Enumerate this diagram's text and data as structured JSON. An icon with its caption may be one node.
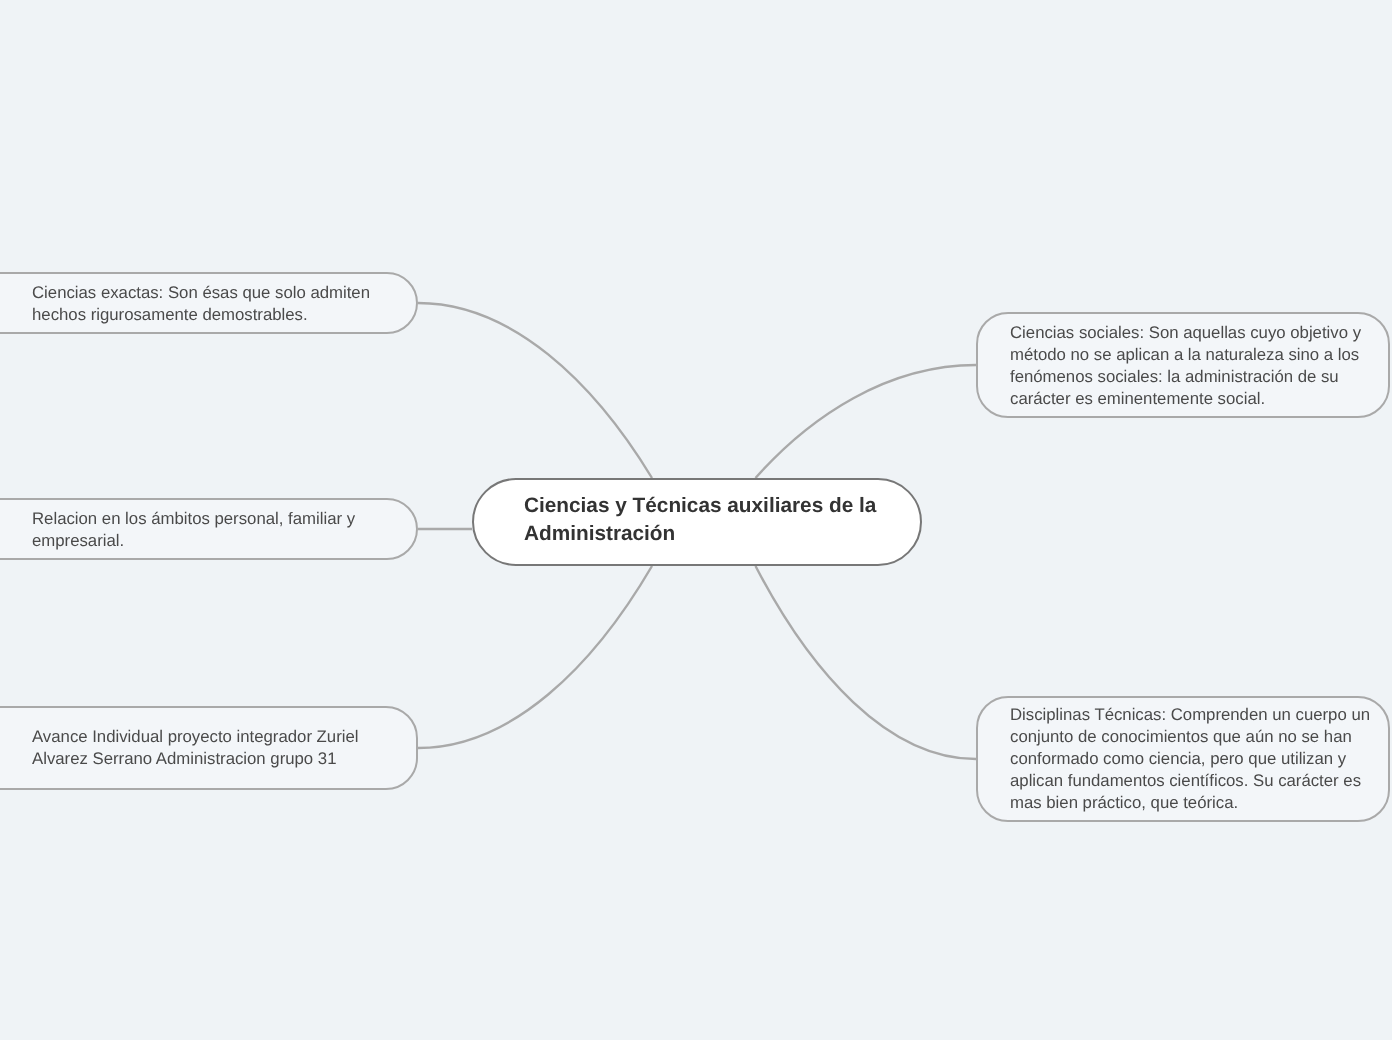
{
  "diagram": {
    "nodes": [
      {
        "text": [
          "Ciencias y Técnicas auxiliares  de la Administración"
        ]
      },
      {
        "text": [
          "Ciencias exactas: Son ésas que  solo admiten hechos  rigurosamente demostrables."
        ]
      },
      {
        "text": [
          "Ciencias sociales: Son aquellas cuyo objetivo y método no se aplican a la naturaleza sino a los fenómenos sociales: la administración de su carácter es eminentemente social."
        ]
      },
      {
        "text": [
          "Relacion en los ámbitos personal, familiar y empresarial."
        ]
      },
      {
        "text": [
          "Disciplinas Técnicas: Comprenden un cuerpo un conjunto de conocimientos que aún no se han conformado como ciencia, pero que utilizan y aplican fundamentos científicos. Su carácter es mas bien práctico, que teórica."
        ]
      },
      {
        "text": [
          "Avance Individual proyecto integrador Zuriel Alvarez Serrano Administracion grupo 31"
        ]
      }
    ],
    "edges": [
      {
        "from": 0,
        "to": 1,
        "arrow": "none"
      },
      {
        "from": 0,
        "to": 2,
        "arrow": "none"
      },
      {
        "from": 0,
        "to": 3,
        "arrow": "none"
      },
      {
        "from": 0,
        "to": 4,
        "arrow": "none"
      },
      {
        "from": 0,
        "to": 5,
        "arrow": "none"
      }
    ]
  }
}
